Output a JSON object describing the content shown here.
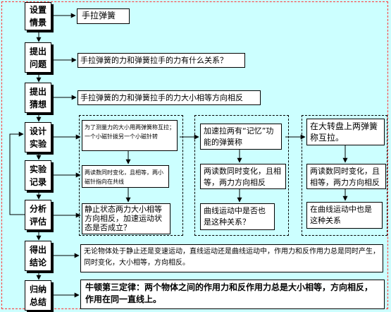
{
  "steps": [
    {
      "line1": "设置",
      "line2": "情景"
    },
    {
      "line1": "提出",
      "line2": "问题"
    },
    {
      "line1": "提出",
      "line2": "猜想"
    },
    {
      "line1": "设计",
      "line2": "实验"
    },
    {
      "line1": "实验",
      "line2": "记录"
    },
    {
      "line1": "分析",
      "line2": "评估"
    },
    {
      "line1": "得出",
      "line2": "结论"
    },
    {
      "line1": "归纳",
      "line2": "总结"
    }
  ],
  "scenario": "手拉弹簧",
  "question": "手拉弹簧的力和弹簧拉手的力有什么关系？",
  "hypothesis": "手拉弹簧的力和弹簧拉手的力大小相等方向相反",
  "column1": [
    "为了测量力的大小用两弹簧称互拉；一个小磁针拨另一个小磁针转",
    "两读数同时变化，且相等，两小磁针指向在共线",
    "静止状态两力大小相等方向相反，加速运动状态是否成立？"
  ],
  "column2": [
    "加速拉两有“记忆”功能的弹簧称",
    "两读数同时变化，且相等，两力方向相反",
    "曲线运动中是否也是这种关系？"
  ],
  "column3": [
    "在大转盘上两弹簧称互拉。",
    "两读数同时变化，且相等，两力方向相反",
    "在曲线运动中也是这种关系"
  ],
  "conclusion": "无论物体处于静止还是变速运动，直线运动还是曲线运动中，作用力和反作用力总是同时产生，同时变化，大小相等，方向相反。",
  "summary": "牛顿第三定律：两个物体之间的作用力和反作用力总是大小相等，方向相反，作用在同一直线上。"
}
